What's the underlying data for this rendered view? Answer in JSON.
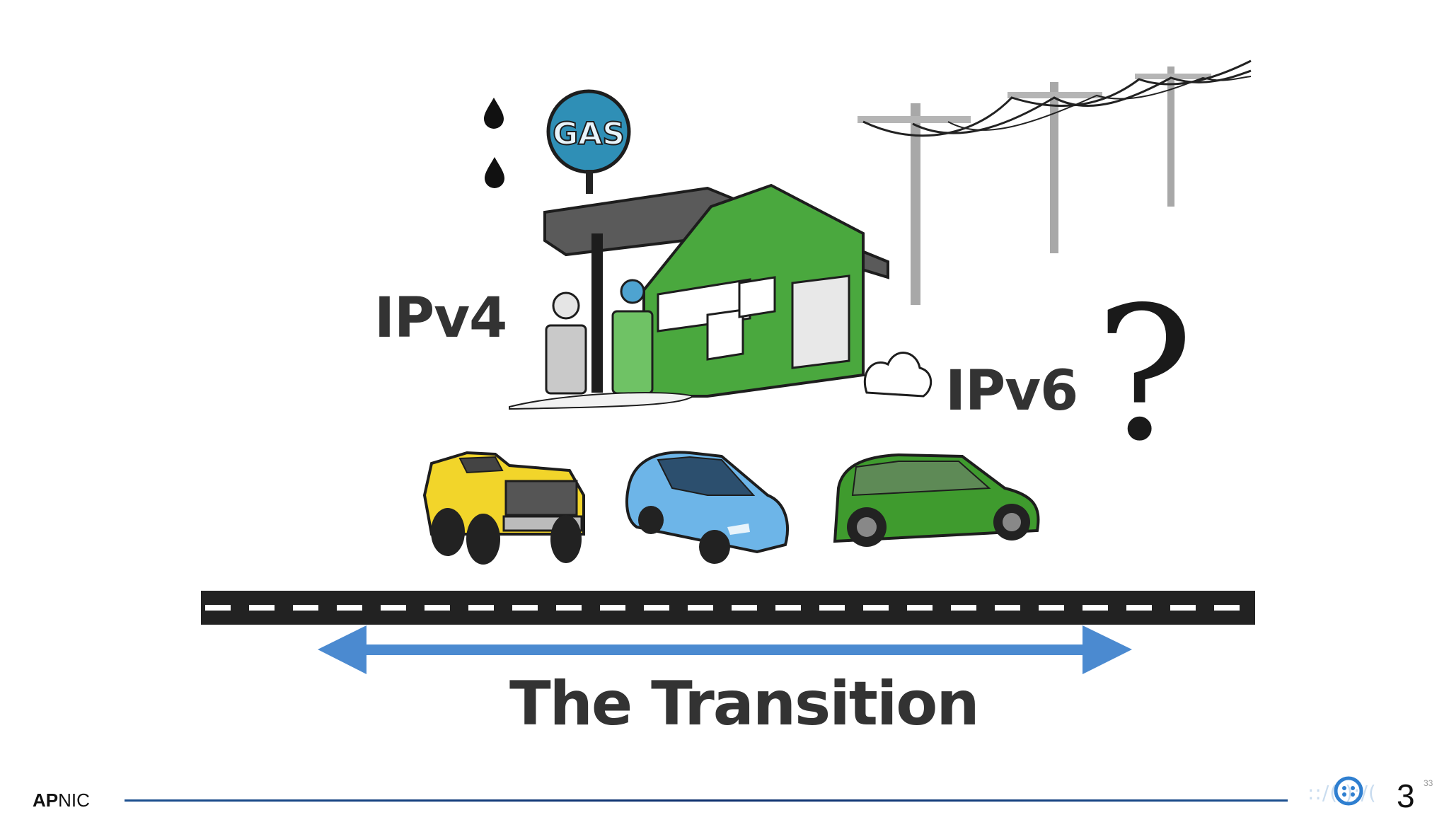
{
  "slide": {
    "ipv4_label": "IPv4",
    "ipv6_label": "IPv6",
    "question_mark": "?",
    "caption": "The Transition",
    "gas_sign": "GAS",
    "page_number": "3",
    "page_sup": "33"
  },
  "footer": {
    "logo_bold": "AP",
    "logo_regular": "NIC"
  },
  "colors": {
    "arrow": "#4b8ad0",
    "road": "#222222",
    "station_green": "#4aa83e",
    "label_text": "#333333"
  },
  "icons": [
    "oil-drop-icon",
    "gas-station-illustration",
    "power-lines-illustration",
    "pickup-truck-illustration",
    "blue-car-illustration",
    "green-car-illustration",
    "road-illustration",
    "double-arrow-icon",
    "ipv6-brand-mark-icon"
  ]
}
